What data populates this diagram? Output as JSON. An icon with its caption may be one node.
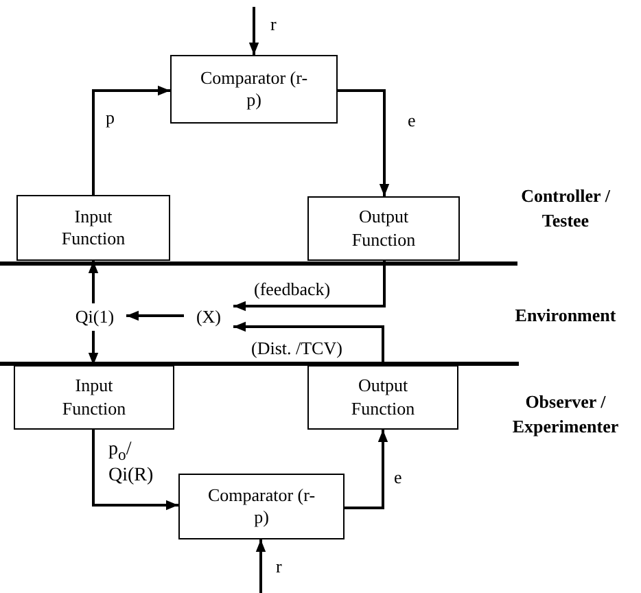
{
  "diagram": {
    "nodes": [
      {
        "text": [
          "Comparator (r-p)"
        ]
      },
      {
        "text": [
          "Input Function"
        ]
      },
      {
        "text": [
          "Output Function"
        ]
      },
      {
        "text": [
          "Qi(1)"
        ]
      },
      {
        "text": [
          "(X)"
        ]
      },
      {
        "text": [
          "Input Function"
        ]
      },
      {
        "text": [
          "Output Function"
        ]
      },
      {
        "text": [
          "Comparator (r-p)"
        ]
      }
    ],
    "edges": [
      {
        "from": null,
        "to": 0,
        "arrow": "to",
        "label": "r"
      },
      {
        "from": 1,
        "to": 0,
        "arrow": "to",
        "label": "p"
      },
      {
        "from": 0,
        "to": 2,
        "arrow": "to",
        "label": "e"
      },
      {
        "from": 2,
        "to": 4,
        "arrow": "to",
        "label": "(feedback)"
      },
      {
        "from": 6,
        "to": 4,
        "arrow": "to",
        "label": "(Dist. /TCV)"
      },
      {
        "from": 4,
        "to": 3,
        "arrow": "to"
      },
      {
        "from": 3,
        "to": 1,
        "arrow": "to"
      },
      {
        "from": 3,
        "to": 5,
        "arrow": "to"
      },
      {
        "from": 5,
        "to": 7,
        "arrow": "to",
        "label": "p$_{o}$/ Qi(R)"
      },
      {
        "from": 7,
        "to": 6,
        "arrow": "to",
        "label": "e"
      },
      {
        "from": null,
        "to": 7,
        "arrow": "to",
        "label": "r"
      }
    ],
    "labels": [
      "Controller / Testee",
      "Environment",
      "Observer / Experimenter"
    ]
  }
}
